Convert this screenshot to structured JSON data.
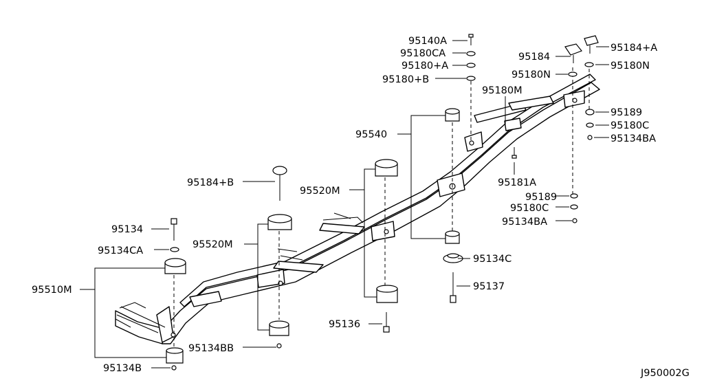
{
  "diagram_id": "J950002G",
  "labels": {
    "p95140A": "95140A",
    "p95180CA": "95180CA",
    "p95180pA": "95180+A",
    "p95180pB": "95180+B",
    "p95184": "95184",
    "p95184pA": "95184+A",
    "p95180N_left": "95180N",
    "p95180N_right": "95180N",
    "p95180M": "95180M",
    "p95189_top": "95189",
    "p95180C_top": "95180C",
    "p95134BA_top": "95134BA",
    "p95540": "95540",
    "p95181A": "95181A",
    "p95184pB": "95184+B",
    "p95520M_top": "95520M",
    "p95189_bot": "95189",
    "p95180C_bot": "95180C",
    "p95134BA_bot": "95134BA",
    "p95134": "95134",
    "p95520M_bot": "95520M",
    "p95134CA": "95134CA",
    "p95134C": "95134C",
    "p95510M": "95510M",
    "p95137": "95137",
    "p95136": "95136",
    "p95134BB": "95134BB",
    "p95134B": "95134B"
  }
}
